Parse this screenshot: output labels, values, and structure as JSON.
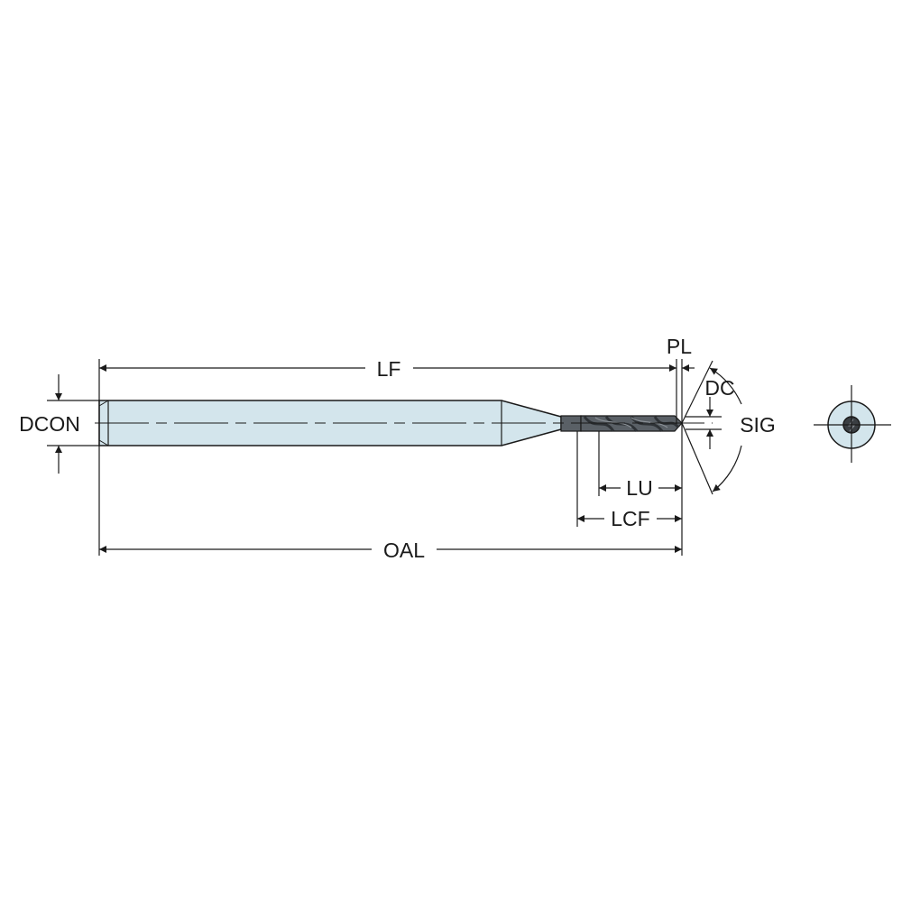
{
  "diagram": {
    "type": "technical-drawing",
    "subject": "solid carbide drill",
    "colors": {
      "shank_fill": "#d3e5ec",
      "flute_fill": "#5a6066",
      "flute_dark": "#2e3236",
      "line": "#1a1a1a"
    },
    "labels": {
      "lf": "LF",
      "pl": "PL",
      "dc": "DC",
      "sig": "SIG",
      "dcon": "DCON",
      "lu": "LU",
      "lcf": "LCF",
      "oal": "OAL"
    }
  }
}
